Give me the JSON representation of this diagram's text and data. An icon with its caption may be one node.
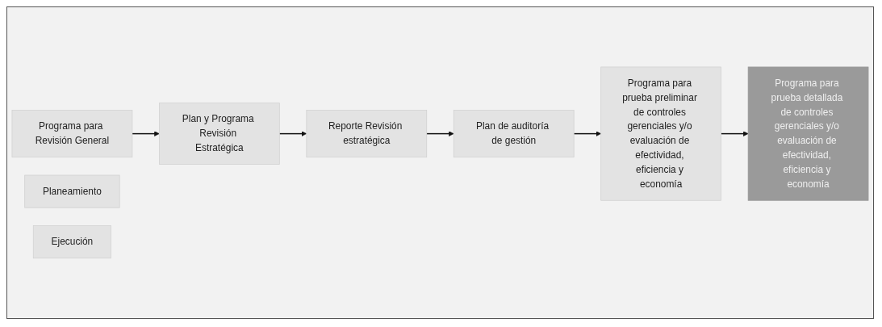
{
  "diagram": {
    "nodes": [
      {
        "text": [
          "Programa para Revisión General"
        ]
      },
      {
        "text": [
          "Plan y Programa Revisión Estratégica"
        ]
      },
      {
        "text": [
          "Reporte Revisión estratégica"
        ]
      },
      {
        "text": [
          "Plan de auditoría de gestión"
        ]
      },
      {
        "text": [
          "Programa para prueba preliminar de controles gerenciales y/o evaluación de efectividad, eficiencia y economía"
        ]
      },
      {
        "text": [
          "Programa para prueba detallada de controles gerenciales y/o evaluación de efectividad, eficiencia y economía"
        ]
      },
      {
        "text": [
          "Planeamiento"
        ]
      },
      {
        "text": [
          "Ejecución"
        ]
      }
    ],
    "edges": [
      {
        "from": 0,
        "to": 1,
        "arrow": "to"
      },
      {
        "from": 1,
        "to": 2,
        "arrow": "to"
      },
      {
        "from": 2,
        "to": 3,
        "arrow": "to"
      },
      {
        "from": 3,
        "to": 4,
        "arrow": "to"
      },
      {
        "from": 4,
        "to": 5,
        "arrow": "to"
      }
    ]
  }
}
